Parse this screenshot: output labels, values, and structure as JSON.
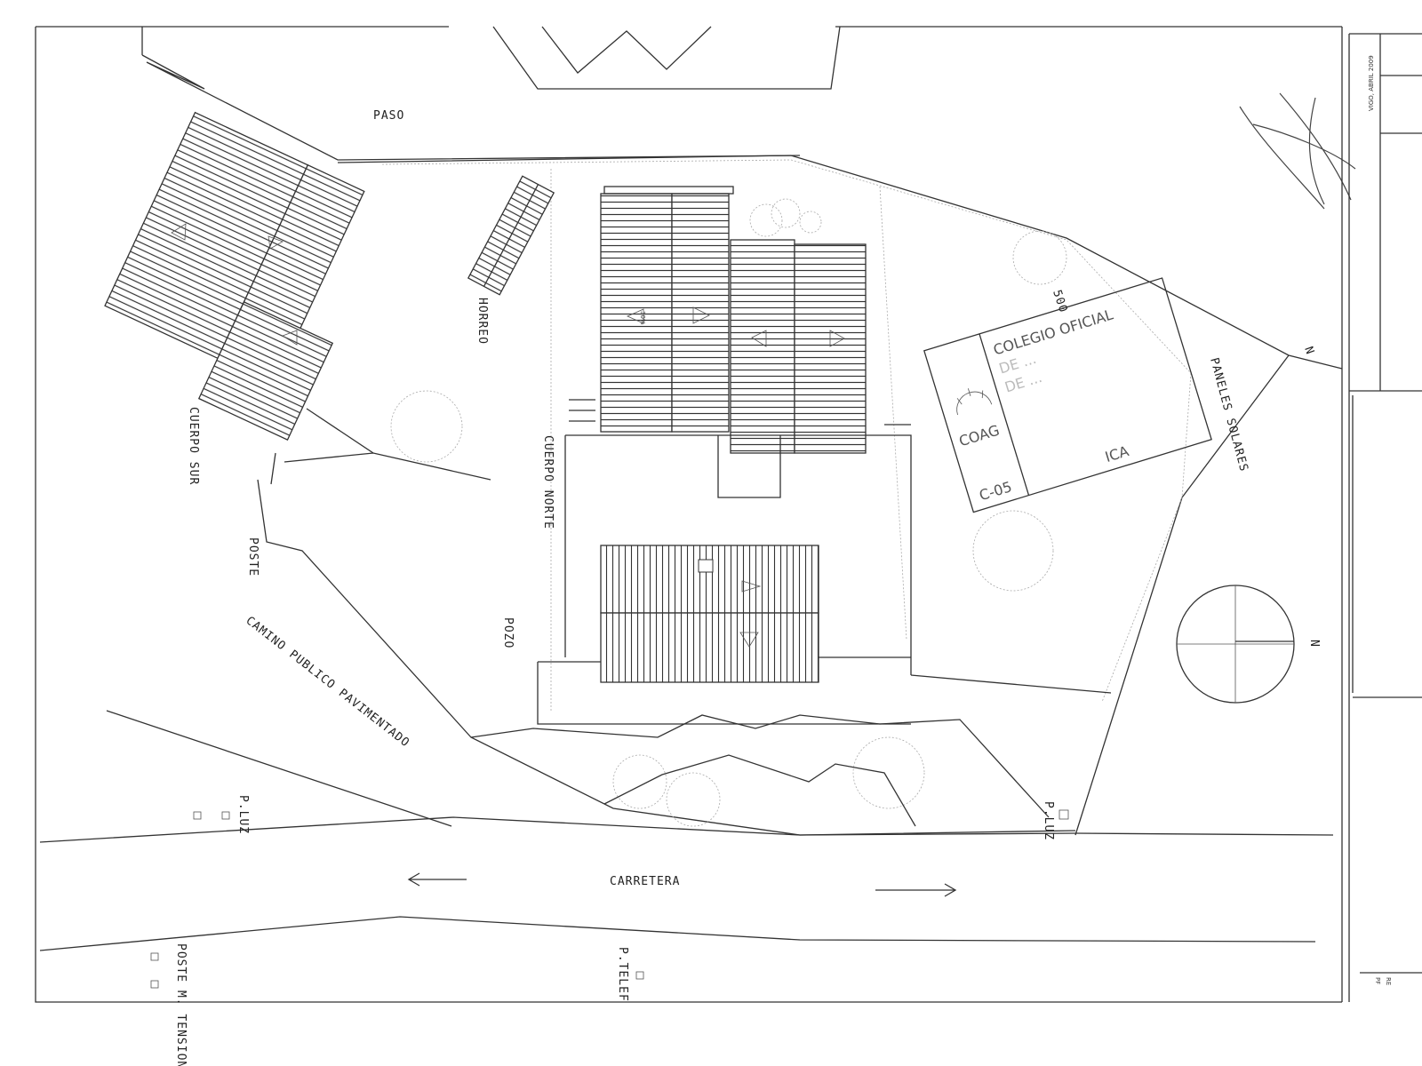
{
  "labels": {
    "paso": "PASO",
    "horreo": "HORREO",
    "cuerpo_norte": "CUERPO NORTE",
    "cuerpo_sur": "CUERPO SUR",
    "poste": "POSTE",
    "pozo": "POZO",
    "camino": "CAMINO PUBLICO PAVIMENTADO",
    "pluz_left": "P.LUZ",
    "pluz_right": "P.LUZ",
    "carretera": "CARRETERA",
    "poste_tension": "POSTE M. TENSION",
    "ptelef": "P.TELEF",
    "paneles": "PANELES SOLARES",
    "north": "N",
    "north_small": "N",
    "dim_500": "500"
  },
  "roof_slope": "30%",
  "stamp": {
    "line1": "COLEGIO OFICIAL",
    "line2": "DE ...",
    "line3": "DE ...",
    "logo": "COAG",
    "code": "C-05",
    "footer": "ICA"
  },
  "title_block": {
    "date": "VIGO, ABRIL 2009",
    "bottom1": "PF",
    "bottom2": "RE"
  },
  "colors": {
    "ink": "#333333",
    "paper": "#ffffff"
  }
}
